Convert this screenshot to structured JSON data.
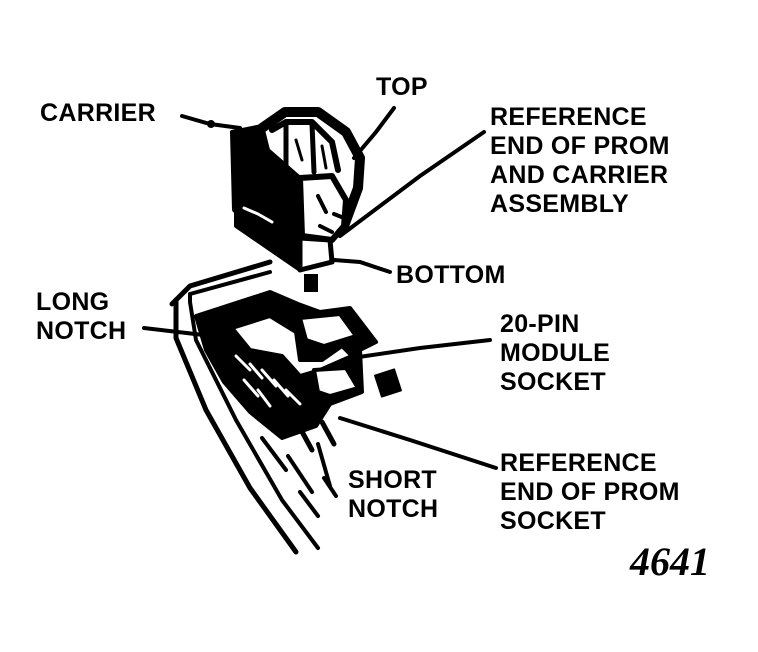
{
  "labels": {
    "carrier": "CARRIER",
    "top": "TOP",
    "reference_carrier": [
      "REFERENCE",
      "END OF PROM",
      "AND CARRIER",
      "ASSEMBLY"
    ],
    "bottom": "BOTTOM",
    "long_notch": [
      "LONG",
      "NOTCH"
    ],
    "module_socket": [
      "20-PIN",
      "MODULE",
      "SOCKET"
    ],
    "reference_socket": [
      "REFERENCE",
      "END OF PROM",
      "SOCKET"
    ],
    "short_notch": [
      "SHORT",
      "NOTCH"
    ]
  },
  "figure_number": "4641",
  "colors": {
    "ink": "#000000",
    "paper": "#ffffff"
  }
}
